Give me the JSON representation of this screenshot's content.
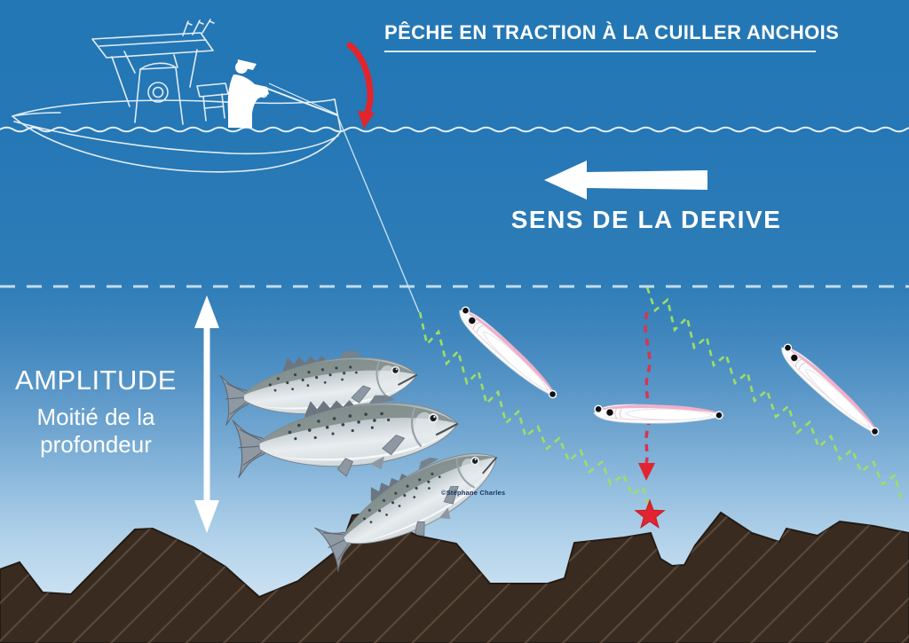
{
  "diagram": {
    "title": "PÊCHE EN TRACTION À LA CUILLER ANCHOIS",
    "drift_label": "SENS DE LA DERIVE",
    "amplitude": {
      "heading": "AMPLITUDE",
      "sub_line1": "Moitié de la",
      "sub_line2": "profondeur"
    },
    "credit": "©Stéphane Charles"
  },
  "colors": {
    "accent_red": "#e2242b",
    "sink_red": "#d8354c",
    "star_red": "#e02530",
    "lure_path_green": "#9fdd66",
    "lure_pink": "#f2afc8",
    "seabed_brown": "#3a2b20",
    "seabed_hatch": "#63503f",
    "line_white": "#ecf4fa",
    "text_white": "#ffffff"
  },
  "sea_gradient": [
    [
      "#2477b5",
      "0%"
    ],
    [
      "#2577b5",
      "20%"
    ],
    [
      "#2e7db8",
      "44%"
    ],
    [
      "#3f86bd",
      "52%"
    ],
    [
      "#5795c7",
      "60%"
    ],
    [
      "#74a8d2",
      "68%"
    ],
    [
      "#93bedf",
      "76%"
    ],
    [
      "#b2d2ea",
      "84%"
    ],
    [
      "#c9e0f1",
      "92%"
    ],
    [
      "#d6e8f5",
      "100%"
    ]
  ]
}
